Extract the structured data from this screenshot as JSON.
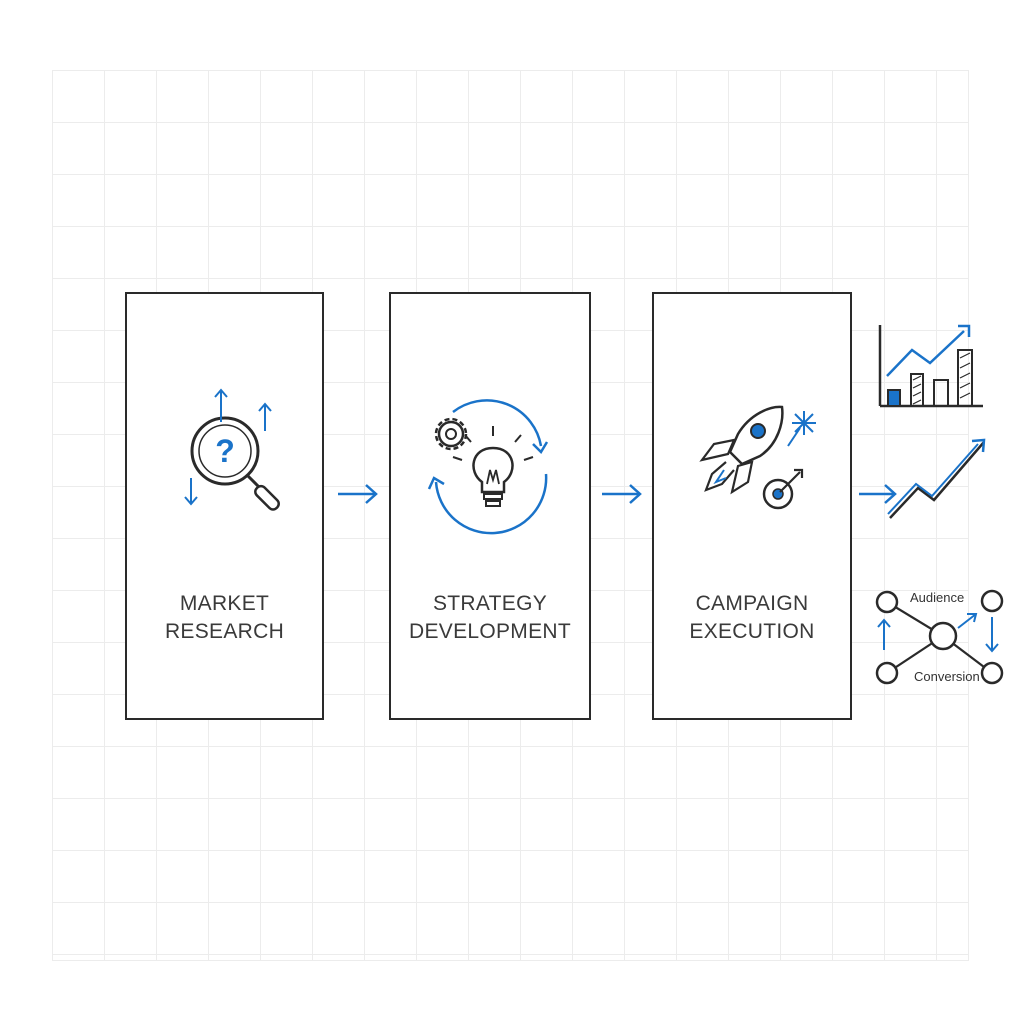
{
  "colors": {
    "outline": "#2a2a2a",
    "accent": "#1a73c9",
    "grid": "#ececec",
    "text": "#3a3a3a"
  },
  "steps": [
    {
      "line1": "MARKET",
      "line2": "RESEARCH",
      "icon": "magnifier-question-icon"
    },
    {
      "line1": "STRATEGY",
      "line2": "DEVELOPMENT",
      "icon": "gear-lightbulb-cycle-icon"
    },
    {
      "line1": "CAMPAIGN",
      "line2": "EXECUTION",
      "icon": "rocket-target-icon"
    }
  ],
  "outcomes": {
    "chart_icon": "bar-chart-trend-icon",
    "growth_icon": "growth-arrow-icon",
    "network": {
      "icon": "network-graph-icon",
      "top_label": "Audience",
      "bottom_label": "Conversion"
    }
  }
}
